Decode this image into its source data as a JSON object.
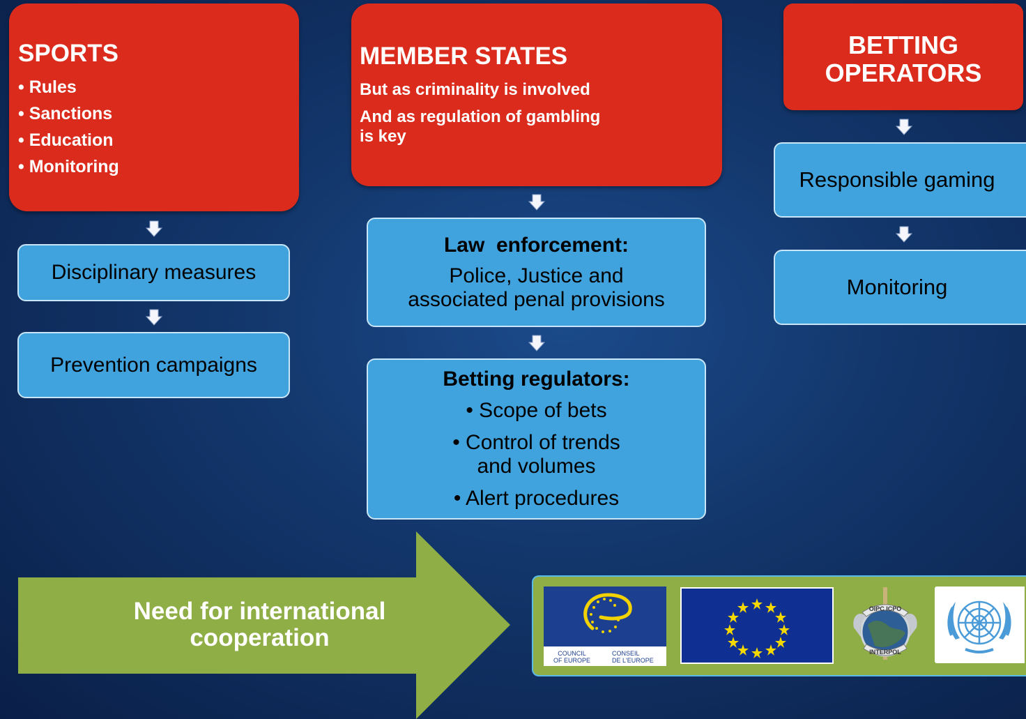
{
  "sports": {
    "title": "SPORTS",
    "items": [
      "• Rules",
      "• Sanctions",
      "• Education",
      "• Monitoring"
    ],
    "steps": [
      "Disciplinary measures",
      "Prevention campaigns"
    ]
  },
  "member_states": {
    "title": "MEMBER STATES",
    "line1": "But as criminality is involved",
    "line2": "And as regulation of gambling",
    "line3": "is key",
    "law": {
      "heading": "Law  enforcement:",
      "line1": "Police, Justice and",
      "line2": "associated penal provisions"
    },
    "regulators": {
      "heading": "Betting regulators:",
      "item1": "• Scope of bets",
      "item2a": "• Control of trends",
      "item2b": "and volumes",
      "item3": "• Alert procedures"
    }
  },
  "betting_operators": {
    "title_line1": "BETTING",
    "title_line2": "OPERATORS",
    "steps": [
      "Responsible gaming",
      "Monitoring"
    ]
  },
  "cooperation": {
    "line1": "Need for international",
    "line2": "cooperation"
  },
  "logos": {
    "coe_en": "COUNCIL\nOF EUROPE",
    "coe_fr": "CONSEIL\nDE L'EUROPE",
    "interpol_top": "OIPC ICPO",
    "interpol_bottom": "INTERPOL"
  },
  "colors": {
    "red_box": "#db2b1c",
    "blue_box": "#41a3de",
    "green_arrow": "#8fae45",
    "background": "#123569"
  }
}
